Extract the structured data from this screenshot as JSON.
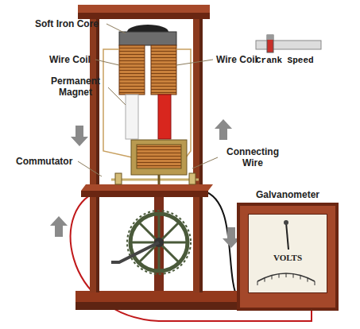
{
  "diagram": {
    "nodes": [
      {
        "text": [
          "Galvanometer",
          "VOLTS"
        ]
      }
    ],
    "labels": [
      "Soft Iron Core",
      "Wire Coil",
      "Wire Coil",
      "Permanent Magnet",
      "Commutator",
      "Connecting Wire",
      "Crank Speed"
    ]
  }
}
